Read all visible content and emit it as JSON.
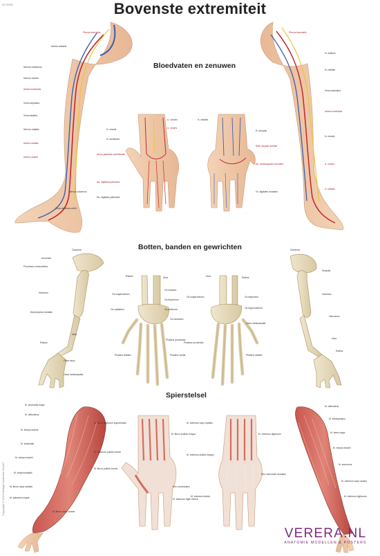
{
  "page": {
    "title": "Bovenste extremiteit",
    "code": "AL/11/NL",
    "copyright": "Copyright © 2014 Rüdiger Anatomie GmbH"
  },
  "sections": [
    {
      "id": "blood",
      "title": "Bloedvaten en zenuwen"
    },
    {
      "id": "bones",
      "title": "Botten, banden en gewrichten"
    },
    {
      "id": "muscles",
      "title": "Spierstelsel"
    }
  ],
  "brand": {
    "name": "VERERA.NL",
    "tagline": "ANATOMIE MODELLEN & POSTERS",
    "color": "#7c2a7e"
  },
  "labels": {
    "blood_left_arm": [
      "Plexus brachialis",
      "Arteria axillaris",
      "Nervus medianus",
      "Nervus ulnaris",
      "Arteria brachialis",
      "Vena cephalica",
      "Vena basilica",
      "Nervus radialis",
      "Arteria radialis",
      "Arteria ulnaris",
      "Nervus cutaneus",
      "Vena mediana cubiti"
    ],
    "blood_left_hand": [
      "A. radialis",
      "A. ulnaris",
      "N. ulnaris",
      "N. medianus",
      "Arcus palmaris superficialis",
      "Aa. digitales palmares",
      "Nn. digitales palmares"
    ],
    "blood_right_hand": [
      "N. radialis",
      "R. dorsalis",
      "Rete carpale dorsale",
      "Aa. metacarpales dorsales",
      "Vv. digitales dorsales"
    ],
    "blood_right_arm": [
      "Plexus brachialis",
      "N. axillaris",
      "N. radialis",
      "Vena cephalica",
      "Arteria brachialis",
      "N. ulnaris",
      "A. ulnaris",
      "A. radialis"
    ],
    "bones_left_arm": [
      "Clavicula",
      "Acromion",
      "Processus coracoideus",
      "Humerus",
      "Epicondylus medialis",
      "Ulna",
      "Radius",
      "Ossa carpi",
      "Ossa metacarpalia"
    ],
    "bones_left_hand": [
      "Radius",
      "Ulna",
      "Os scaphoideum",
      "Os lunatum",
      "Os triquetrum",
      "Os pisiforme",
      "Os hamatum",
      "Os capitatum",
      "Phalanx proximalis",
      "Phalanx media",
      "Phalanx distalis"
    ],
    "bones_right_hand": [
      "Ulna",
      "Radius",
      "Os scaphoideum",
      "Os trapezium",
      "Os trapezoideum",
      "Ossa metacarpalia",
      "Phalanx proximalis",
      "Phalanx distalis"
    ],
    "bones_right_arm": [
      "Clavicula",
      "Scapula",
      "Humerus",
      "Olecranon",
      "Ulna",
      "Radius"
    ],
    "muscles_left_arm": [
      "M. pectoralis major",
      "M. deltoideus",
      "M. biceps brachii",
      "M. brachialis",
      "M. triceps brachii",
      "M. brachioradialis",
      "M. flexor carpi radialis",
      "M. palmaris longus",
      "M. flexor carpi ulnaris"
    ],
    "muscles_left_hand": [
      "M. flexor digitorum superficialis",
      "M. flexor pollicis longus",
      "M. abductor pollicis brevis",
      "M. flexor pollicis brevis",
      "Mm. lumbricales",
      "M. abductor digiti minimi"
    ],
    "muscles_right_hand": [
      "M. extensor carpi radialis",
      "M. extensor digitorum",
      "M. extensor pollicis longus",
      "Mm. interossei dorsales",
      "M. extensor indicis"
    ],
    "muscles_right_arm": [
      "M. deltoideus",
      "M. infraspinatus",
      "M. teres major",
      "M. triceps brachii",
      "M. anconeus",
      "M. extensor carpi ulnaris",
      "M. extensor digitorum"
    ]
  }
}
